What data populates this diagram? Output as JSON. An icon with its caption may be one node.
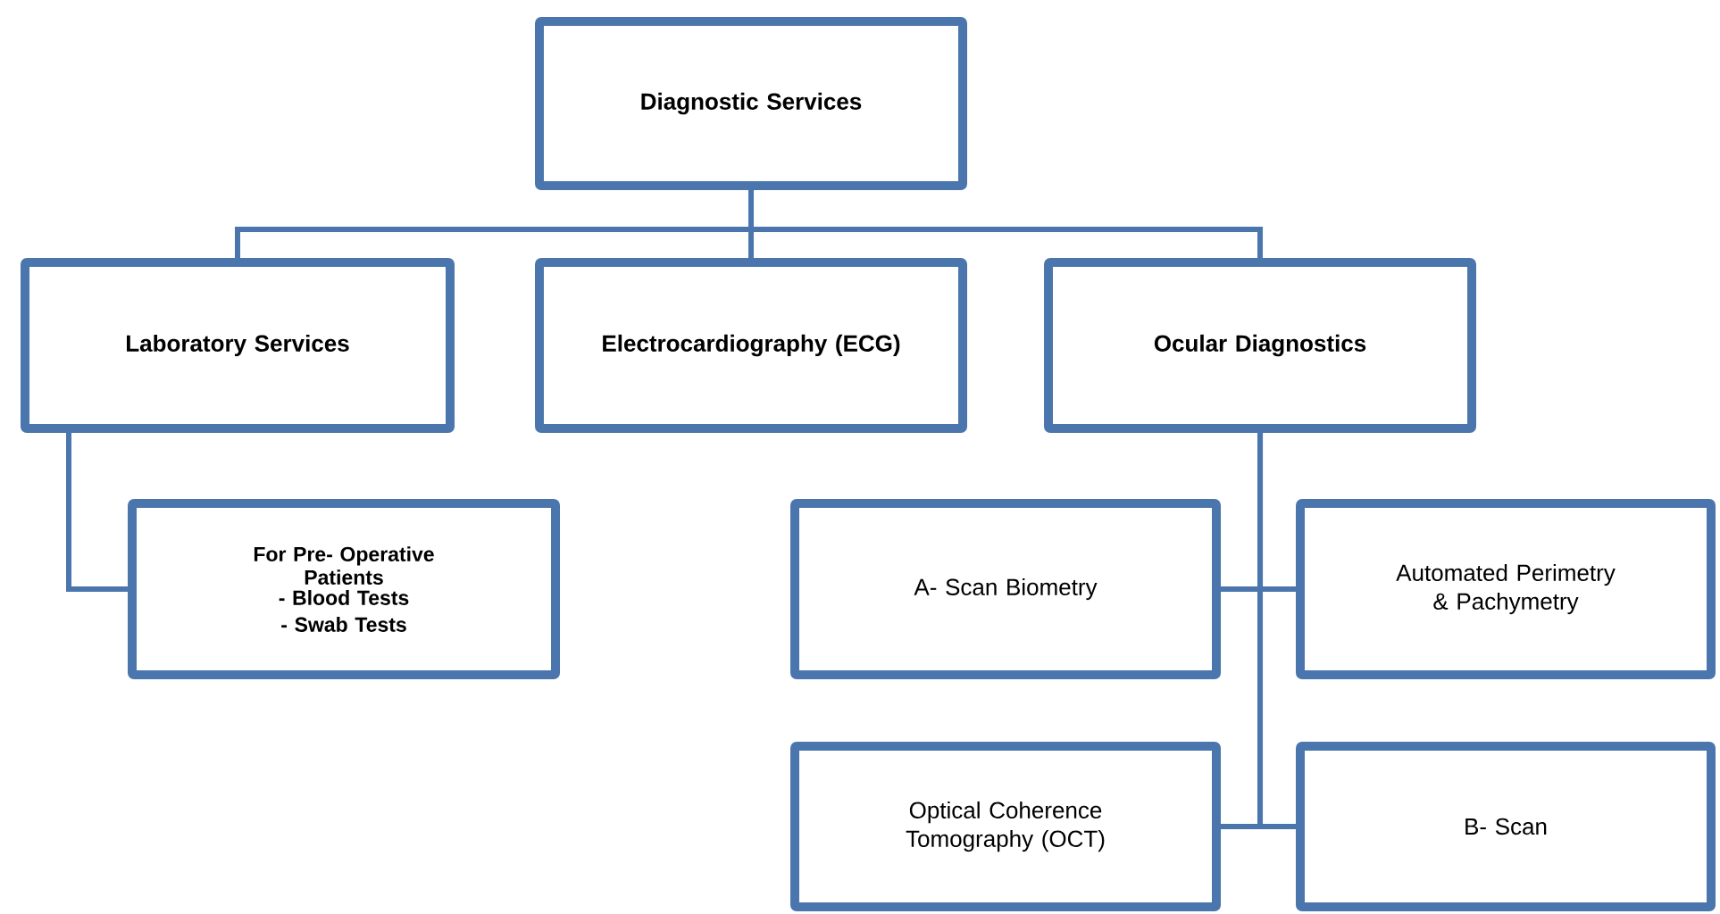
{
  "diagram": {
    "nodes": [
      {
        "text": [
          "Diagnostic Services"
        ]
      },
      {
        "text": [
          "Laboratory Services"
        ]
      },
      {
        "text": [
          "Electrocardiography (ECG)"
        ]
      },
      {
        "text": [
          "Ocular Diagnostics"
        ]
      },
      {
        "text": [
          "For Pre- Operative Patients",
          "- Blood Tests",
          "- Swab Tests"
        ]
      },
      {
        "text": [
          "A- Scan Biometry"
        ]
      },
      {
        "text": [
          "Automated Perimetry & Pachymetry"
        ]
      },
      {
        "text": [
          "Optical Coherence Tomography (OCT)"
        ]
      },
      {
        "text": [
          "B- Scan"
        ]
      }
    ],
    "edges": [
      {
        "from": 0,
        "to": 1,
        "arrow": "none"
      },
      {
        "from": 0,
        "to": 2,
        "arrow": "none"
      },
      {
        "from": 0,
        "to": 3,
        "arrow": "none"
      },
      {
        "from": 1,
        "to": 4,
        "arrow": "none"
      },
      {
        "from": 3,
        "to": 5,
        "arrow": "none"
      },
      {
        "from": 3,
        "to": 6,
        "arrow": "none"
      },
      {
        "from": 3,
        "to": 7,
        "arrow": "none"
      },
      {
        "from": 3,
        "to": 8,
        "arrow": "none"
      }
    ]
  }
}
